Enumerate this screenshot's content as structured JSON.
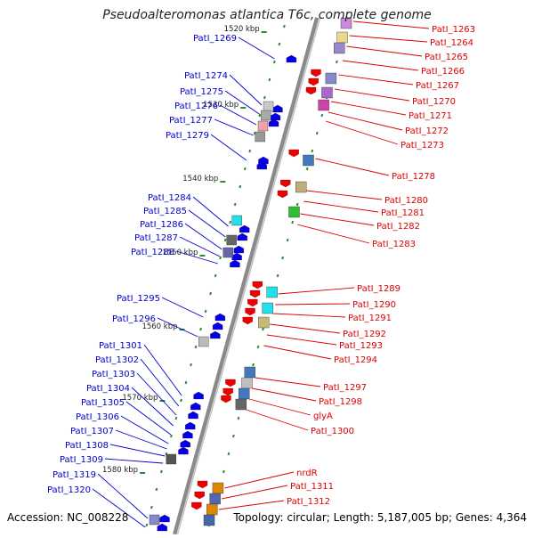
{
  "title": "Pseudoalteromonas atlantica T6c, complete genome",
  "footer": {
    "accession": "Accession: NC_008228",
    "summary": "Topology: circular; Length: 5,187,005 bp; Genes: 4,364"
  },
  "colors": {
    "backbone": "#8a8a8a",
    "tick": "#2e8b2e",
    "left_label": "#0000cc",
    "right_label": "#dd0000",
    "left_gene": "#0000ee",
    "right_gene": "#ee0000"
  },
  "scale": {
    "ticks": [
      "1520 kbp",
      "1530 kbp",
      "1540 kbp",
      "1550 kbp",
      "1560 kbp",
      "1570 kbp",
      "1580 kbp"
    ]
  },
  "left_labels": [
    "PatI_1269",
    "PatI_1274",
    "PatI_1275",
    "PatI_1276",
    "PatI_1277",
    "PatI_1279",
    "PatI_1284",
    "PatI_1285",
    "PatI_1286",
    "PatI_1287",
    "PatI_1288",
    "PatI_1295",
    "PatI_1296",
    "PatI_1301",
    "PatI_1302",
    "PatI_1303",
    "PatI_1304",
    "PatI_1305",
    "PatI_1306",
    "PatI_1307",
    "PatI_1308",
    "PatI_1309",
    "PatI_1319",
    "PatI_1320"
  ],
  "right_labels": [
    "PatI_1263",
    "PatI_1264",
    "PatI_1265",
    "PatI_1266",
    "PatI_1267",
    "PatI_1270",
    "PatI_1271",
    "PatI_1272",
    "PatI_1273",
    "PatI_1278",
    "PatI_1280",
    "PatI_1281",
    "PatI_1282",
    "PatI_1283",
    "PatI_1289",
    "PatI_1290",
    "PatI_1291",
    "PatI_1292",
    "PatI_1293",
    "PatI_1294",
    "PatI_1297",
    "PatI_1298",
    "glyA",
    "PatI_1300",
    "nrdR",
    "PatI_1311",
    "PatI_1312"
  ]
}
